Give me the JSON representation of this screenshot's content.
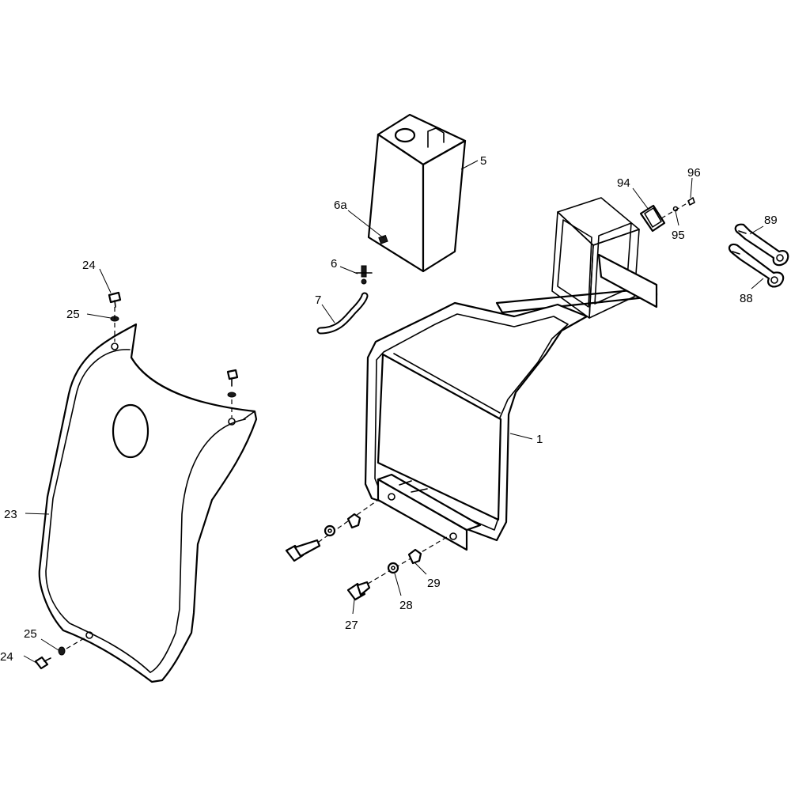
{
  "callouts": {
    "c1": "1",
    "c5": "5",
    "c6": "6",
    "c6a": "6a",
    "c7": "7",
    "c23": "23",
    "c24_top": "24",
    "c25_top": "25",
    "c24_bottom": "24",
    "c25_bottom": "25",
    "c27": "27",
    "c28": "28",
    "c29": "29",
    "c88": "88",
    "c89": "89",
    "c94": "94",
    "c95": "95",
    "c96": "96"
  },
  "colors": {
    "line": "#000000",
    "background": "#ffffff"
  }
}
